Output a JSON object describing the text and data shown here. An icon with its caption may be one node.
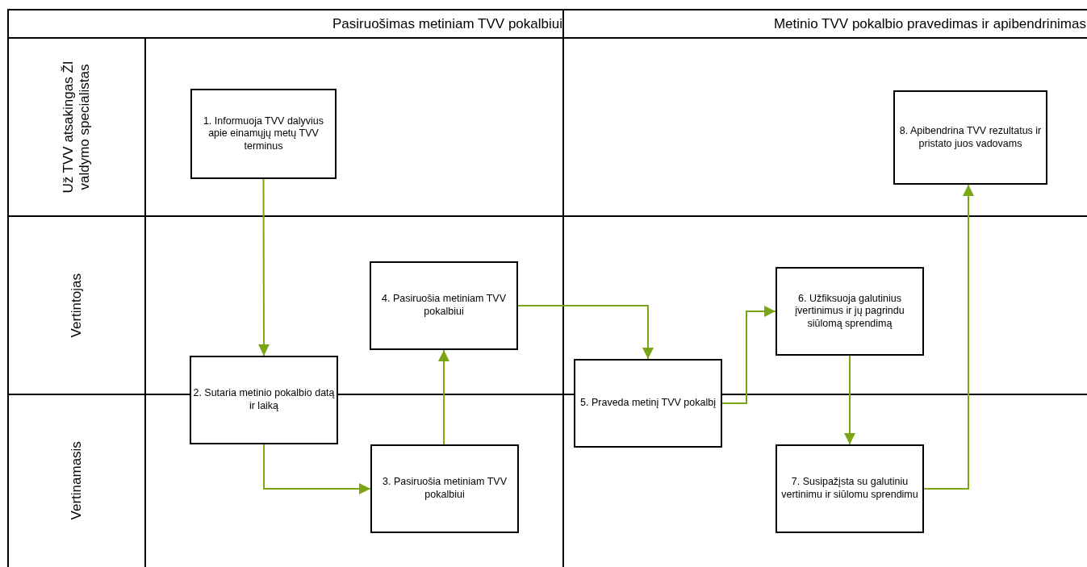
{
  "diagram": {
    "nodes": [
      {
        "text": [
          "Pasiruošimas metiniam TVV pokalbiui"
        ]
      },
      {
        "text": [
          "Metinio TVV pokalbio pravedimas ir apibendrinimas"
        ]
      },
      {
        "text": [
          "Už TVV atsakingas ŽI valdymo specialistas"
        ]
      },
      {
        "text": [
          "Vertintojas"
        ]
      },
      {
        "text": [
          "Vertinamasis"
        ]
      },
      {
        "text": [
          "1. Informuoja TVV dalyvius apie einamųjų metų TVV terminus"
        ]
      },
      {
        "text": [
          "2. Sutaria metinio pokalbio datą ir laiką"
        ]
      },
      {
        "text": [
          "3. Pasiruošia metiniam TVV pokalbiui"
        ]
      },
      {
        "text": [
          "4. Pasiruošia metiniam TVV pokalbiui"
        ]
      },
      {
        "text": [
          "5. Praveda metinį TVV pokalbį"
        ]
      },
      {
        "text": [
          "6. Užfiksuoja galutinius įvertinimus ir jų pagrindu siūlomą sprendimą"
        ]
      },
      {
        "text": [
          "7. Susipažįsta su galutiniu vertinimu ir siūlomu sprendimu"
        ]
      },
      {
        "text": [
          "8. Apibendrina TVV rezultatus ir pristato juos vadovams"
        ]
      }
    ],
    "edges": [
      {
        "from": 5,
        "to": 6,
        "arrow": "to"
      },
      {
        "from": 6,
        "to": 7,
        "arrow": "to"
      },
      {
        "from": 7,
        "to": 8,
        "arrow": "to"
      },
      {
        "from": 8,
        "to": 9,
        "arrow": "to"
      },
      {
        "from": 9,
        "to": 10,
        "arrow": "to"
      },
      {
        "from": 10,
        "to": 11,
        "arrow": "to"
      },
      {
        "from": 11,
        "to": 12,
        "arrow": "to"
      }
    ]
  }
}
